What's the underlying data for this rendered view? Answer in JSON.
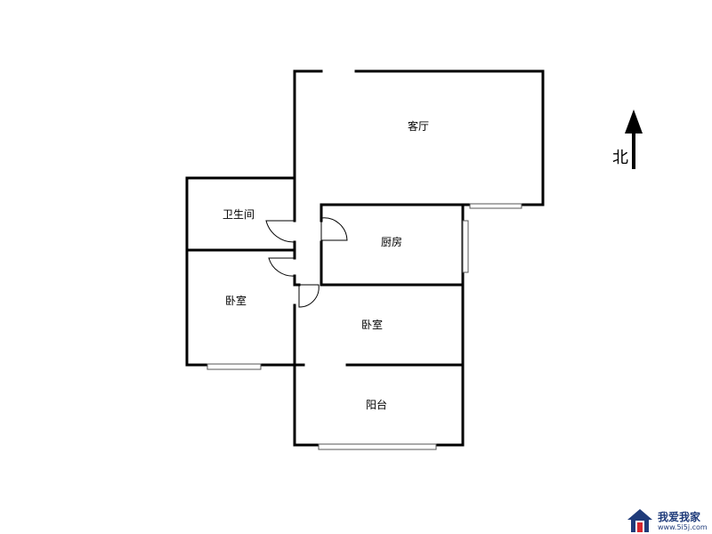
{
  "rooms": {
    "living_room": "客厅",
    "bathroom": "卫生间",
    "kitchen": "厨房",
    "bedroom_west": "卧室",
    "bedroom_center": "卧室",
    "balcony": "阳台"
  },
  "compass": {
    "label": "北",
    "arrow": "north-arrow-icon"
  },
  "logo": {
    "name": "我爱我家",
    "url": "www.5i5j.com"
  },
  "colors": {
    "wall": "#000000",
    "logo_blue": "#1f3b7a",
    "logo_red": "#d7262e"
  }
}
